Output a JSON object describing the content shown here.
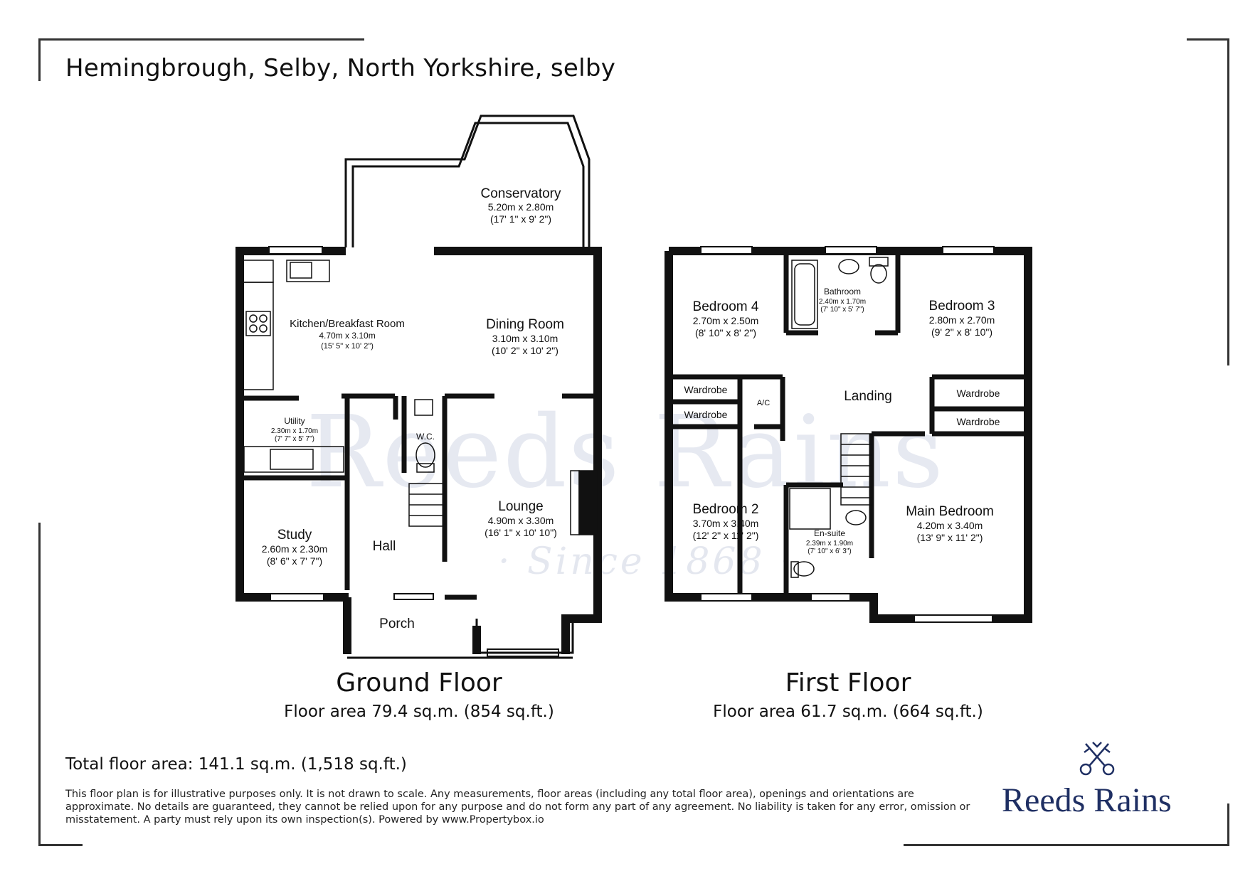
{
  "address": "Hemingbrough, Selby, North Yorkshire, selby",
  "ground_floor": {
    "title": "Ground Floor",
    "area": "Floor area 79.4 sq.m. (854 sq.ft.)",
    "rooms": {
      "conservatory": {
        "name": "Conservatory",
        "metric": "5.20m x 2.80m",
        "imperial": "(17' 1\" x 9' 2\")"
      },
      "kitchen": {
        "name": "Kitchen/Breakfast Room",
        "metric": "4.70m x 3.10m",
        "imperial": "(15' 5\" x 10' 2\")"
      },
      "dining": {
        "name": "Dining Room",
        "metric": "3.10m x 3.10m",
        "imperial": "(10' 2\" x 10' 2\")"
      },
      "utility": {
        "name": "Utility",
        "metric": "2.30m x 1.70m",
        "imperial": "(7' 7\" x 5' 7\")"
      },
      "wc": {
        "name": "W.C."
      },
      "lounge": {
        "name": "Lounge",
        "metric": "4.90m x 3.30m",
        "imperial": "(16' 1\" x 10' 10\")"
      },
      "study": {
        "name": "Study",
        "metric": "2.60m x 2.30m",
        "imperial": "(8' 6\" x 7' 7\")"
      },
      "hall": {
        "name": "Hall"
      },
      "porch": {
        "name": "Porch"
      }
    }
  },
  "first_floor": {
    "title": "First Floor",
    "area": "Floor area 61.7 sq.m. (664 sq.ft.)",
    "rooms": {
      "bedroom4": {
        "name": "Bedroom 4",
        "metric": "2.70m x 2.50m",
        "imperial": "(8' 10\" x 8' 2\")"
      },
      "bathroom": {
        "name": "Bathroom",
        "metric": "2.40m x 1.70m",
        "imperial": "(7' 10\" x 5' 7\")"
      },
      "bedroom3": {
        "name": "Bedroom 3",
        "metric": "2.80m x 2.70m",
        "imperial": "(9' 2\" x 8' 10\")"
      },
      "wardrobe_a": {
        "name": "Wardrobe"
      },
      "wardrobe_b": {
        "name": "Wardrobe"
      },
      "ac": {
        "name": "A/C"
      },
      "landing": {
        "name": "Landing"
      },
      "wardrobe_c": {
        "name": "Wardrobe"
      },
      "wardrobe_d": {
        "name": "Wardrobe"
      },
      "bedroom2": {
        "name": "Bedroom 2",
        "metric": "3.70m x 3.40m",
        "imperial": "(12' 2\" x 11' 2\")"
      },
      "ensuite": {
        "name": "En-suite",
        "metric": "2.39m x 1.90m",
        "imperial": "(7' 10\" x 6' 3\")"
      },
      "main_bedroom": {
        "name": "Main Bedroom",
        "metric": "4.20m x 3.40m",
        "imperial": "(13' 9\" x 11' 2\")"
      }
    }
  },
  "total_area": "Total floor area: 141.1 sq.m. (1,518 sq.ft.)",
  "disclaimer": "This floor plan is for illustrative purposes only. It is not drawn to scale. Any measurements, floor areas (including any total floor area), openings and orientations are approximate. No details are guaranteed, they cannot be relied upon for any purpose and do not form any part of any agreement. No liability is taken for any error, omission or misstatement. A party must rely upon its own inspection(s). Powered by www.Propertybox.io",
  "watermark": {
    "line1": "Reeds Rains",
    "line2": "· Since 1868 ·"
  },
  "brand": "Reeds Rains",
  "colors": {
    "wall": "#111111",
    "brand": "#1f2f63",
    "watermark": "#d3d8e6"
  }
}
